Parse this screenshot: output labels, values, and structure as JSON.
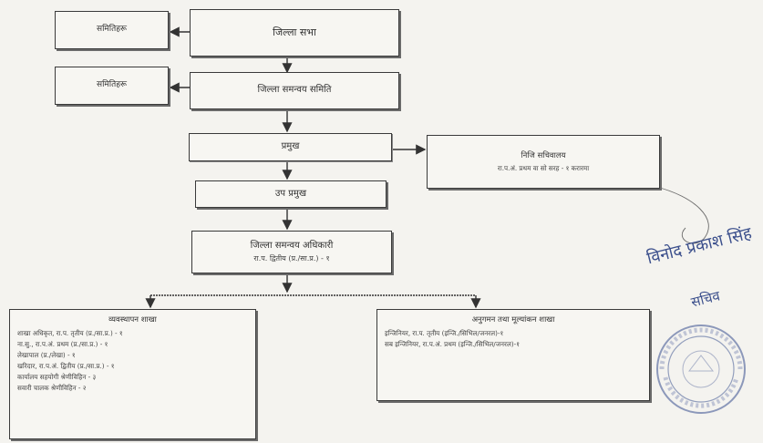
{
  "nodes": {
    "samiti_left_1": "समितिहरू",
    "jilla_sabha": "जिल्ला सभा",
    "samiti_left_2": "समितिहरू",
    "jilla_samanwaya_samiti": "जिल्ला समन्वय समिति",
    "pramukh": "प्रमुख",
    "niji_sachivalaya": {
      "title": "निजि सचिवालय",
      "line": "रा.प.अं. प्रथम वा सो सरह - १ करारमा"
    },
    "up_pramukh": "उप प्रमुख",
    "jilla_samanwaya_adhikari": {
      "title": "जिल्ला समन्वय अधिकारी",
      "line": "रा.प. द्वितीय (प्र./सा.प्र.) - १"
    },
    "vyavasthapan_shakha": {
      "title": "व्यवस्थापन शाखा",
      "lines": [
        "शाखा अधिकृत, रा.प. तृतीय (प्र./सा.प्र.) - १",
        "ना.सु., रा.प.अं. प्रथम (प्र./सा.प्र.) - १",
        "लेखापाल (प्र./लेखा) - १",
        "खरिदार, रा.प.अं. द्वितीय (प्र./सा.प्र.) - १",
        "कार्यालय सहयोगी श्रेणीविहिन - ३",
        "सवारी चालक श्रेणीविहिन - २"
      ]
    },
    "anugaman_shakha": {
      "title": "अनुगमन तथा मूल्यांकन शाखा",
      "lines": [
        "इन्जिनियर, रा.प. तृतीय (इन्जि./सिभिल/जनरल)-१",
        "सब इन्जिनियर, रा.प.अं. प्रथम (इन्जि./सिभिल/जनरल)-१"
      ]
    }
  },
  "signature": {
    "name": "विनोद प्रकाश सिंह",
    "title": "सचिव"
  },
  "colors": {
    "box_border": "#3a3a3a",
    "ink": "#3b4f8c",
    "paper": "#f4f3ef"
  }
}
